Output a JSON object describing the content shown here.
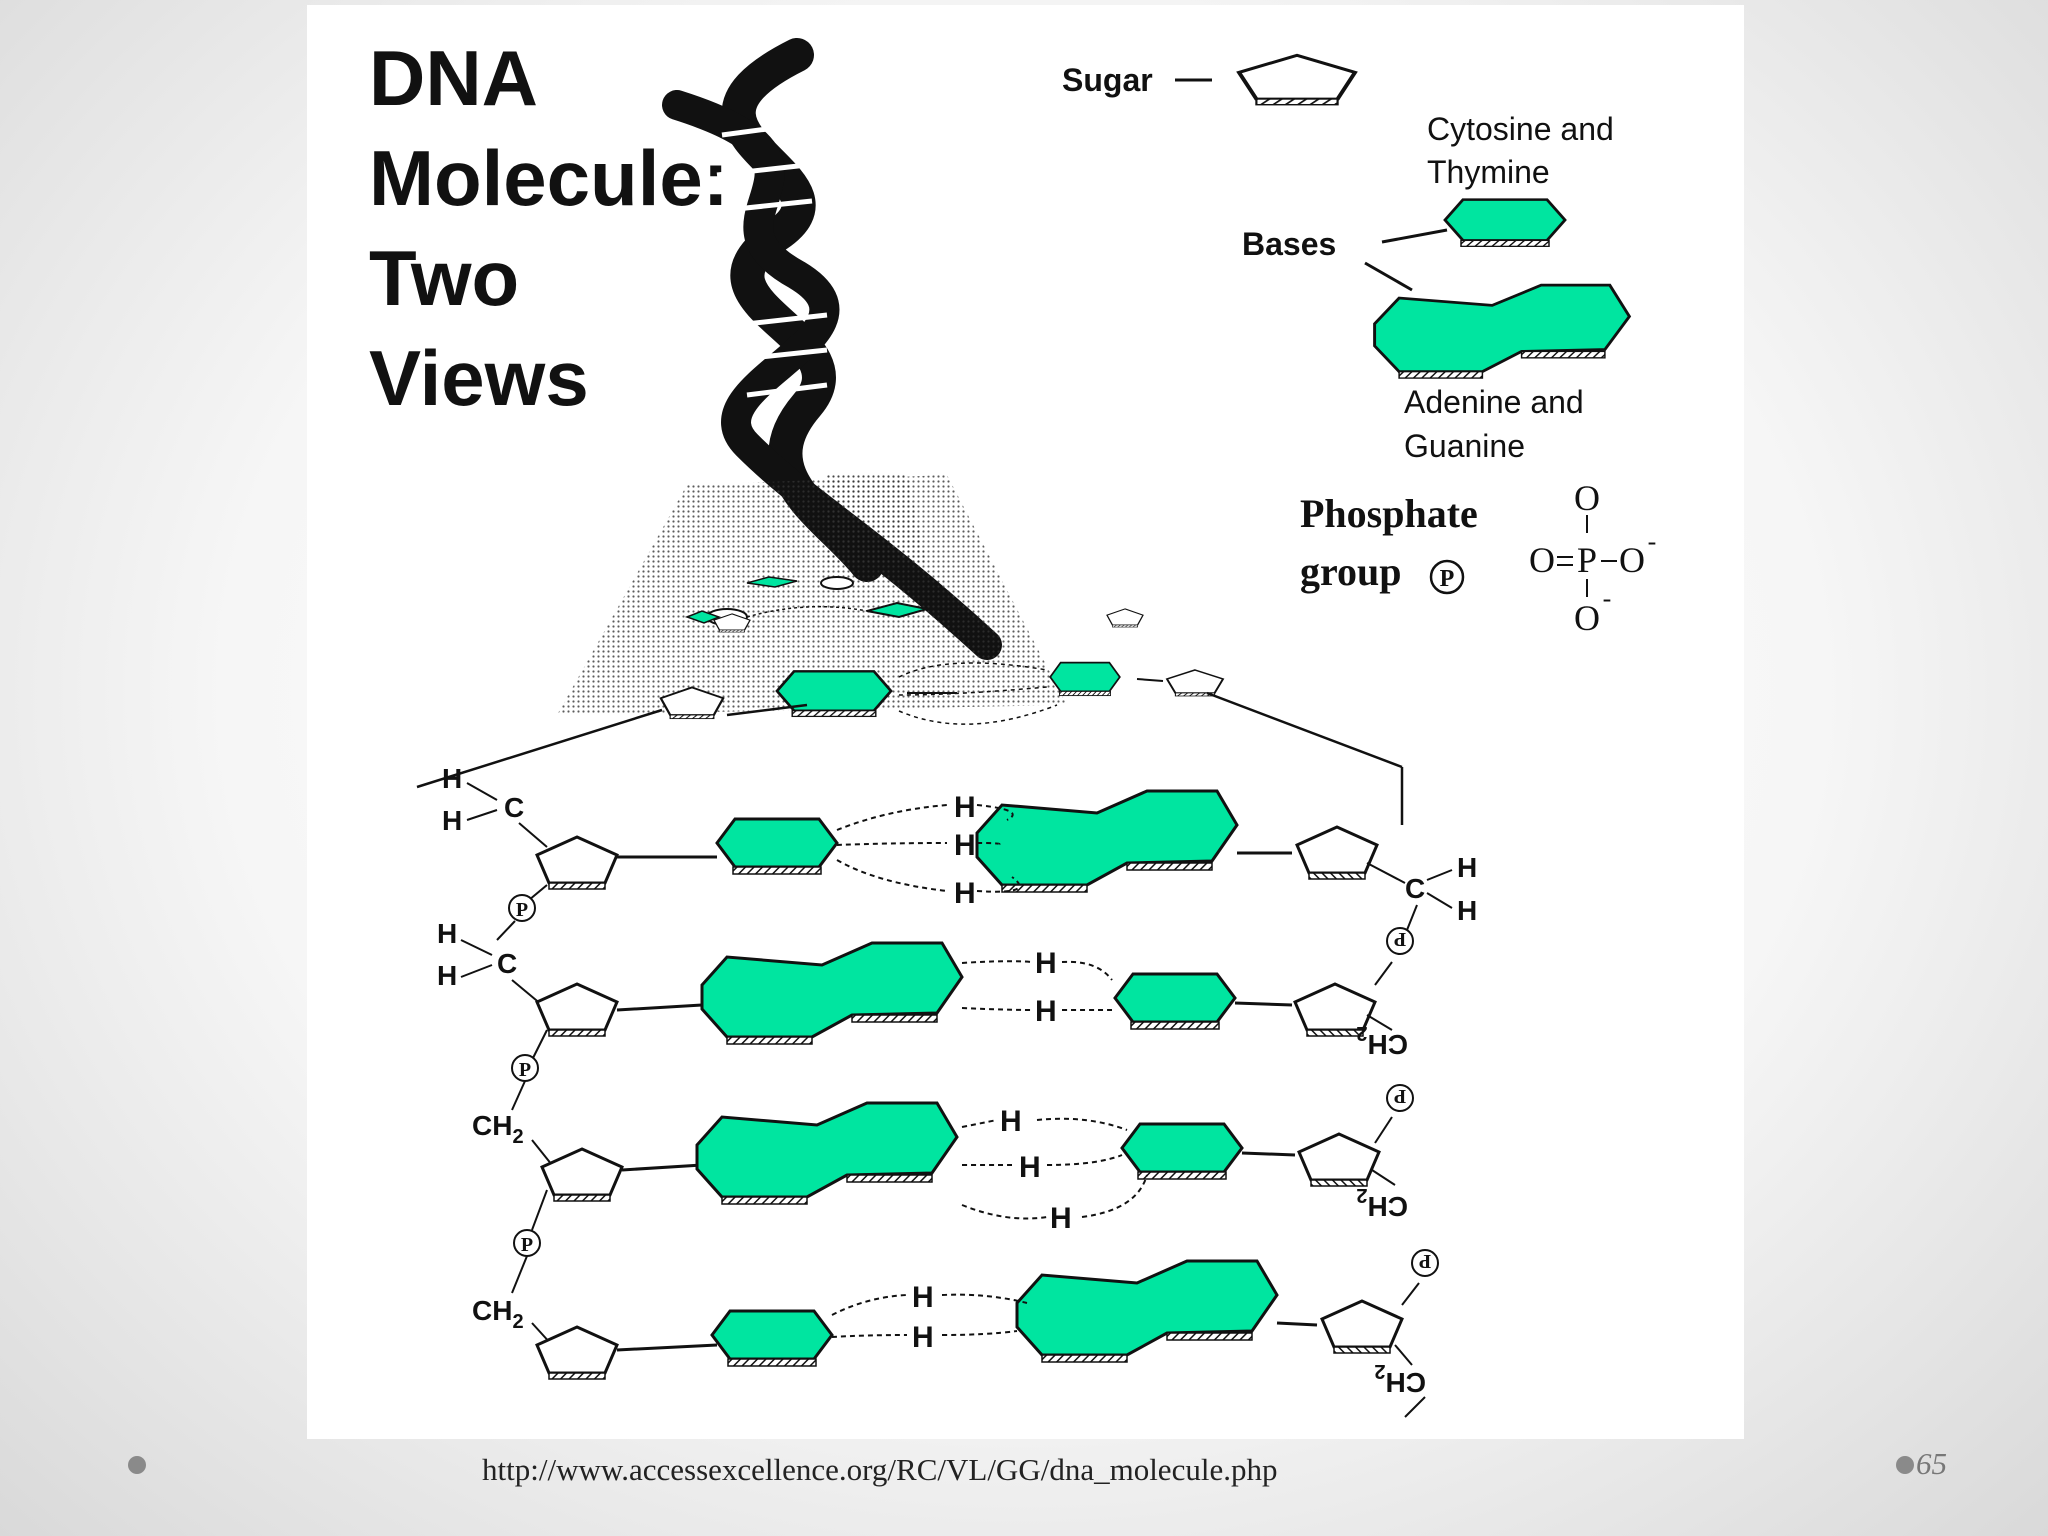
{
  "figure": {
    "title_lines": [
      "DNA",
      "Molecule:",
      "Two",
      "Views"
    ],
    "legend": {
      "sugar": "Sugar",
      "bases": "Bases",
      "pyrimidines": [
        "Cytosine and",
        "Thymine"
      ],
      "purines": [
        "Adenine and",
        "Guanine"
      ],
      "phosphate": [
        "Phosphate",
        "group"
      ],
      "phosphate_symbol": "P",
      "phosphate_formula": {
        "oxygen": "O",
        "phosphorus": "P",
        "charge": "-"
      }
    },
    "atoms": {
      "hydrogen": "H",
      "carbon": "C",
      "methylene": "CH",
      "subscript": "2"
    },
    "colors": {
      "base_fill": "#00e5a0",
      "ink": "#111111",
      "background": "#ffffff"
    }
  },
  "footer": {
    "source_url": "http://www.accessexcellence.org/RC/VL/GG/dna_molecule.php",
    "page_number": "65"
  }
}
